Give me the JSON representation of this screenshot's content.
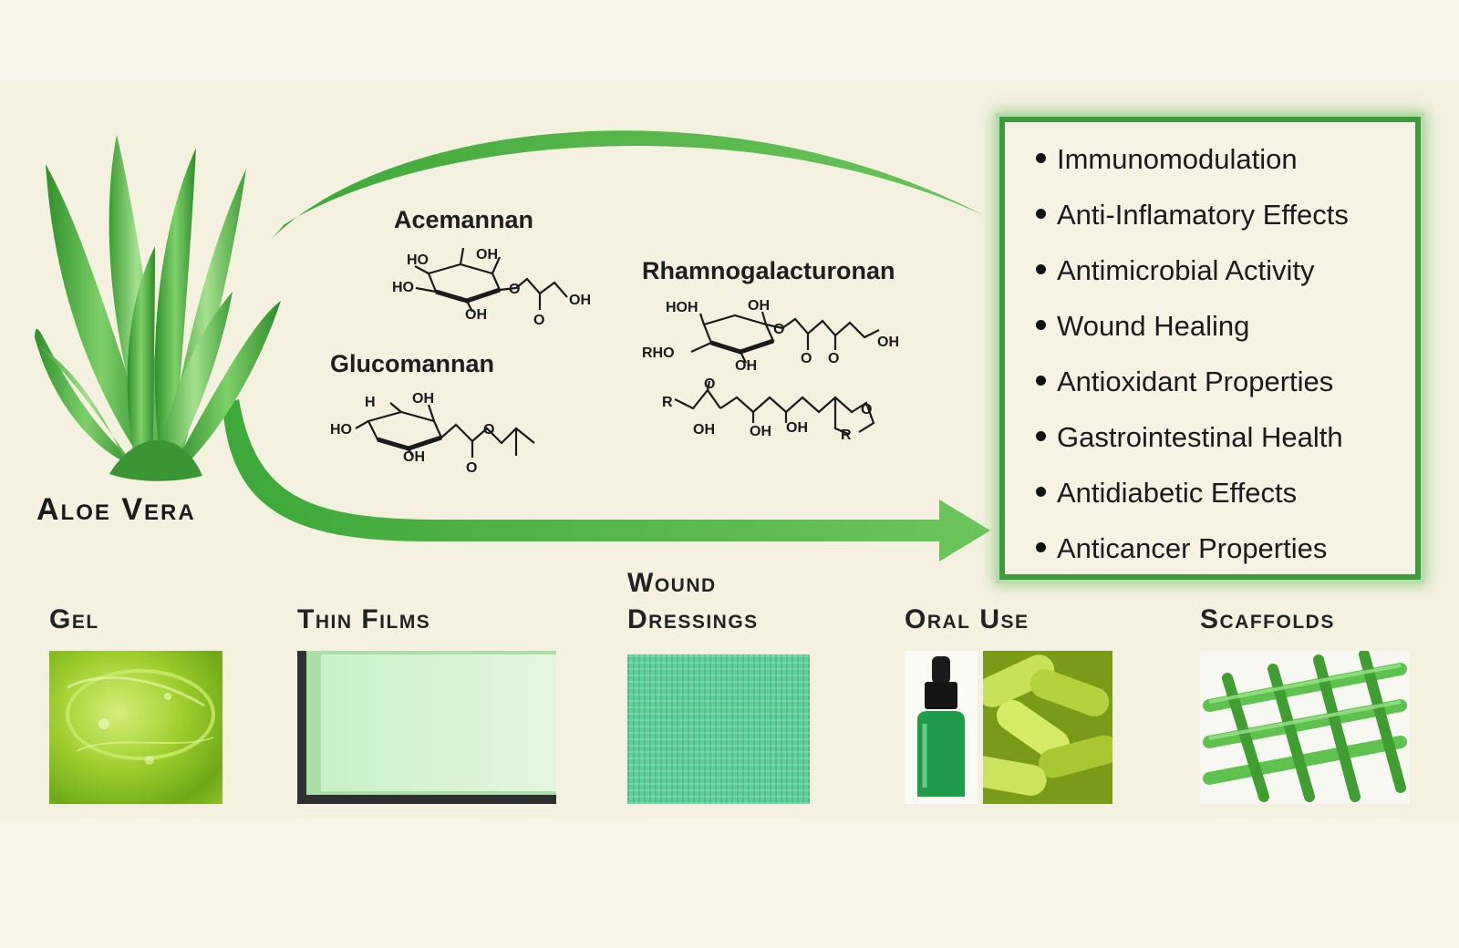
{
  "title": "Aloe Vera",
  "molecules": [
    {
      "name": "Acemannan"
    },
    {
      "name": "Glucomannan"
    },
    {
      "name": "Rhamnogalacturonan"
    }
  ],
  "chem_labels": {
    "acemannan": [
      "HO",
      "OH",
      "HO",
      "OH",
      "O",
      "OH",
      "O"
    ],
    "glucomannan": [
      "H",
      "OH",
      "HO",
      "OH",
      "O",
      "O"
    ],
    "rhamno": [
      "HOH",
      "OH",
      "RHO",
      "OH",
      "O",
      "O",
      "O",
      "OH",
      "R",
      "O",
      "OH",
      "OH",
      "OH",
      "R",
      "O"
    ]
  },
  "benefits": [
    "Immunomodulation",
    "Anti-Inflamatory Effects",
    "Antimicrobial Activity",
    "Wound Healing",
    "Antioxidant Properties",
    "Gastrointestinal Health",
    "Antidiabetic Effects",
    "Anticancer Properties"
  ],
  "applications": [
    {
      "label_line1": "Gel",
      "label_line2": ""
    },
    {
      "label_line1": "Thin Films",
      "label_line2": ""
    },
    {
      "label_line1": "Wound",
      "label_line2": "Dressings"
    },
    {
      "label_line1": "Oral Use",
      "label_line2": ""
    },
    {
      "label_line1": "Scaffolds",
      "label_line2": ""
    }
  ],
  "colors": {
    "background": "#f8f6ea",
    "panel": "#f4f1e0",
    "accent_green": "#4caf45",
    "box_border": "#3f9a3c",
    "text": "#1a1a1a"
  }
}
